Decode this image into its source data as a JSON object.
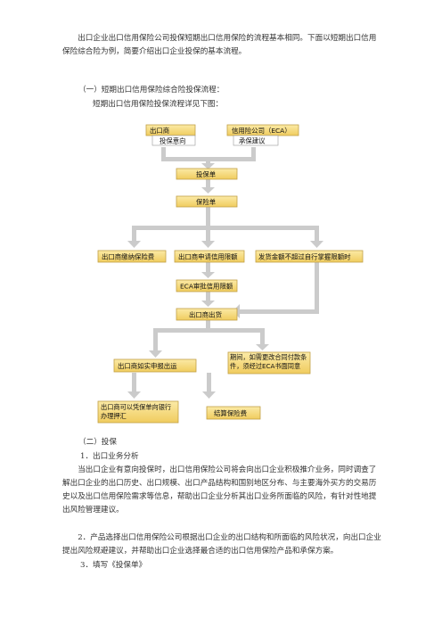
{
  "intro": {
    "para1": "出口企业出口信用保险公司投保短期出口信用保险的流程基本相同。下面以短期出口信用保险综合险为例，简要介绍出口企业投保的基本流程。",
    "section1_heading": "（一）短期出口信用保险综合险投保流程：",
    "section1_sub": "短期出口信用保险投保流程详见下图："
  },
  "flowchart": {
    "box_exporter": "出口商",
    "box_insurer": "信用险公司（ECA）",
    "label_intent": "投保意向",
    "label_advice": "承保建议",
    "box_application": "投保单",
    "box_policy": "保险单",
    "box_pay_premium": "出口商缴纳保险费",
    "box_credit_limit": "出口商申请信用限额",
    "box_self_limit": "发货金额不超过自行掌握限额时",
    "box_eca_approve": "ECA审批信用限额",
    "box_shipment": "出口商出货",
    "box_declare": "出口商如实申报出运",
    "box_change": "期间，如需更改合同付款条件，须经过ECA书面同意",
    "box_finance": "出口商可以凭保单向银行办理押汇",
    "box_settle": "结算保险费",
    "colors": {
      "box_fill": "#f5d97c",
      "box_border": "#caa84a",
      "arrow": "#c9c9c9"
    }
  },
  "section2": {
    "heading": "（二）投保",
    "item1_title": "1．出口业务分析",
    "item1_body": "当出口企业有意向投保时，出口信用保险公司将会向出口企业积极推介业务，同时调查了解出口企业的出口历史、出口规模、出口产品结构和国别地区分布、与主要海外买方的交易历史以及出口信用保险需求等信息，帮助出口企业分析其出口业务所面临的风险，有针对性地提出风险管理建议。",
    "item2_body": "2．产品选择出口信用保险公司根据出口企业的出口结构和所面临的风险状况，向出口企业提出风险规避建议，并帮助出口企业选择最合适的出口信用保险产品和承保方案。",
    "item3_title": "3．填写《投保单》"
  }
}
